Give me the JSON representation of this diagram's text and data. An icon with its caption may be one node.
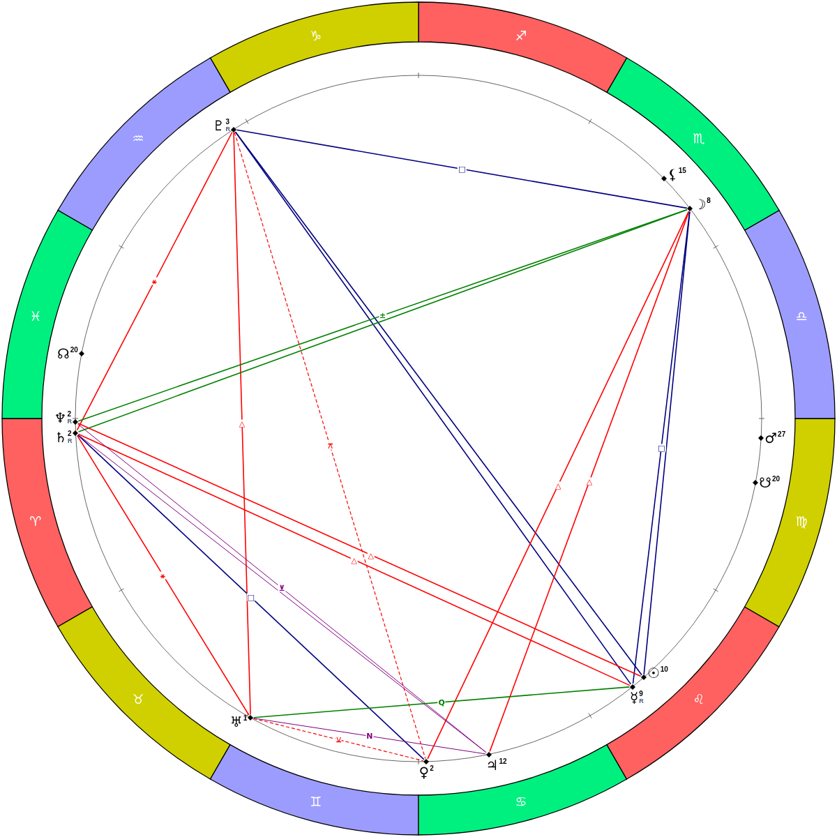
{
  "diagram": {
    "nodes": [
      {
        "text": [
          "♈"
        ]
      },
      {
        "text": [
          "♉"
        ]
      },
      {
        "text": [
          "♊"
        ]
      },
      {
        "text": [
          "♋"
        ]
      },
      {
        "text": [
          "♌"
        ]
      },
      {
        "text": [
          "♍"
        ]
      },
      {
        "text": [
          "♎"
        ]
      },
      {
        "text": [
          "♏"
        ]
      },
      {
        "text": [
          "♐"
        ]
      },
      {
        "text": [
          "♑"
        ]
      },
      {
        "text": [
          "♒"
        ]
      },
      {
        "text": [
          "♓"
        ]
      },
      {
        "text": [
          "♆",
          "2",
          "R"
        ]
      },
      {
        "text": [
          "♄",
          "2",
          "R"
        ]
      },
      {
        "text": [
          "♅",
          "1"
        ]
      },
      {
        "text": [
          "♀",
          "2"
        ]
      },
      {
        "text": [
          "♃",
          "12"
        ]
      },
      {
        "text": [
          "☿",
          "9",
          "R"
        ]
      },
      {
        "text": [
          "☉",
          "10"
        ]
      },
      {
        "text": [
          "☋",
          "20"
        ]
      },
      {
        "text": [
          "♂",
          "27"
        ]
      },
      {
        "text": [
          "☽",
          "8"
        ]
      },
      {
        "text": [
          "⚸",
          "15"
        ]
      },
      {
        "text": [
          "♇",
          "3",
          "R"
        ]
      },
      {
        "text": [
          "☊",
          "20"
        ]
      }
    ],
    "edges": [
      {
        "from": 23,
        "to": 21,
        "arrow": "none",
        "label": "□",
        "color": "#000080"
      },
      {
        "from": 23,
        "to": 13,
        "arrow": "none",
        "label": "⚹"
      },
      {
        "from": 23,
        "to": 14,
        "arrow": "none",
        "label": "△"
      },
      {
        "from": 23,
        "to": 15,
        "arrow": "none",
        "label": "⚻",
        "style": "dashed"
      },
      {
        "from": 23,
        "to": 17,
        "arrow": "none",
        "color": "#000080"
      },
      {
        "from": 23,
        "to": 18,
        "arrow": "none",
        "color": "#000080"
      },
      {
        "from": 21,
        "to": 12,
        "arrow": "none",
        "label": "±",
        "color": "#008000"
      },
      {
        "from": 21,
        "to": 13,
        "arrow": "none",
        "color": "#008000"
      },
      {
        "from": 21,
        "to": 15,
        "arrow": "none",
        "label": "△"
      },
      {
        "from": 21,
        "to": 16,
        "arrow": "none",
        "label": "△"
      },
      {
        "from": 21,
        "to": 17,
        "arrow": "none",
        "label": "□",
        "color": "#000080"
      },
      {
        "from": 21,
        "to": 18,
        "arrow": "none",
        "color": "#000080"
      },
      {
        "from": 13,
        "to": 14,
        "arrow": "none",
        "label": "⚹"
      },
      {
        "from": 13,
        "to": 15,
        "arrow": "none",
        "label": "□",
        "color": "#000080"
      },
      {
        "from": 13,
        "to": 17,
        "arrow": "none",
        "label": "△"
      },
      {
        "from": 12,
        "to": 18,
        "arrow": "none",
        "label": "△"
      },
      {
        "from": 12,
        "to": 16,
        "arrow": "none",
        "label": "⊻",
        "color": "#800080"
      },
      {
        "from": 13,
        "to": 16,
        "arrow": "none",
        "color": "#800080"
      },
      {
        "from": 14,
        "to": 17,
        "arrow": "none",
        "label": "Q",
        "color": "#008000"
      },
      {
        "from": 14,
        "to": 15,
        "arrow": "none",
        "label": "⚺",
        "style": "dashed"
      },
      {
        "from": 14,
        "to": 16,
        "arrow": "none",
        "label": "N",
        "color": "#800080"
      }
    ]
  }
}
